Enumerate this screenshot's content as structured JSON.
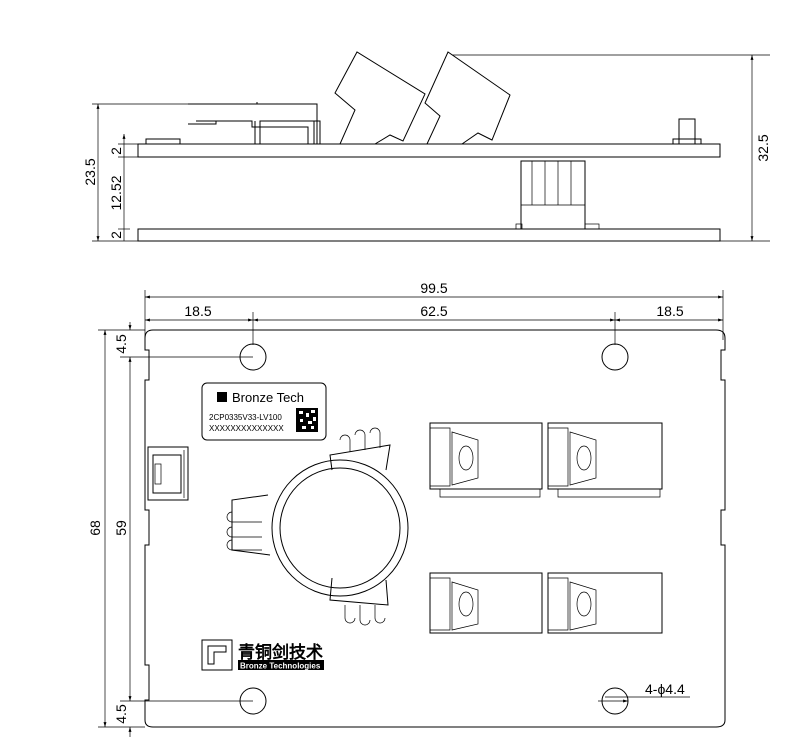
{
  "side_view": {
    "dims": {
      "total_height": "23.5",
      "top_board": "2",
      "standoff": "12.52",
      "bottom_board": "2",
      "overall_height": "32.5"
    }
  },
  "bottom_view": {
    "dims": {
      "width": "99.5",
      "left_offset": "18.5",
      "hole_spacing": "62.5",
      "right_offset": "18.5",
      "height": "68",
      "hole_vertical_spacing": "59",
      "top_margin": "4.5",
      "bottom_margin": "4.5",
      "hole_callout": "4-ϕ4.4"
    },
    "label": {
      "brand": "Bronze Tech",
      "part_number": "2CP0335V33-LV100",
      "serial": "XXXXXXXXXXXXXX"
    },
    "logo": {
      "chinese": "青铜剑技术",
      "english": "Bronze Technologies"
    }
  }
}
